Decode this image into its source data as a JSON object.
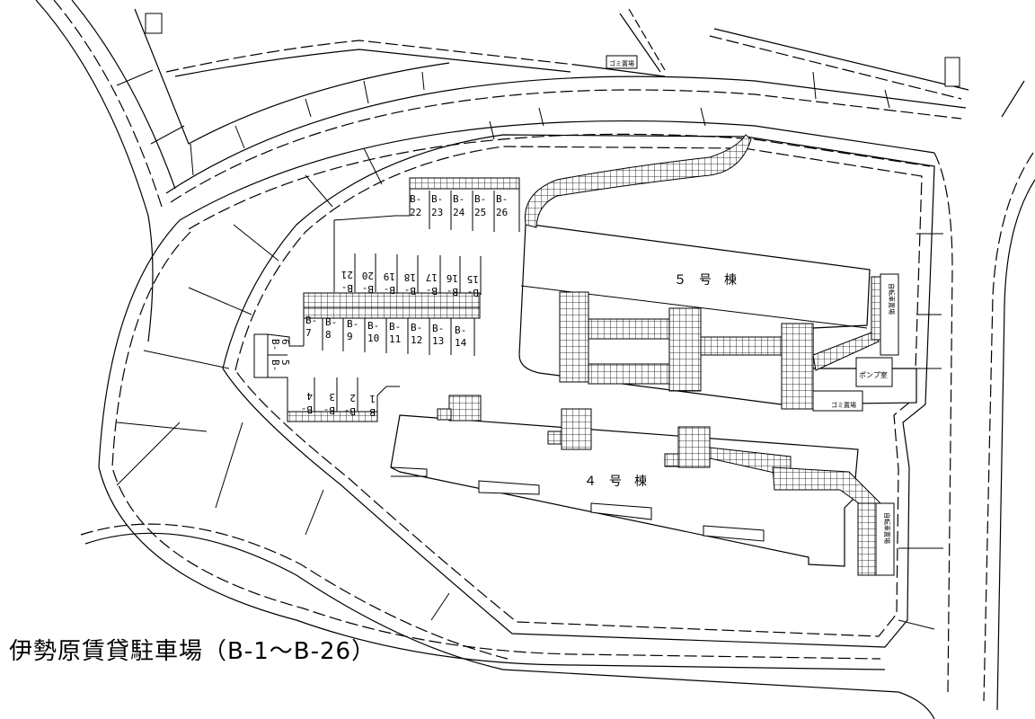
{
  "title": "伊勢原賃貸駐車場（B-1～B-26）",
  "buildings": {
    "bldg5": "５　号　棟",
    "bldg4": "４　号　棟"
  },
  "facilities": {
    "garbage_top": "ゴミ置場",
    "garbage_5": "ゴミ置場",
    "pump_room": "ポンプ室",
    "bike_5": "自転車置場",
    "bike_4": "自転車置場"
  },
  "parking": {
    "prefix": "B-",
    "row_top": [
      "22",
      "23",
      "24",
      "25",
      "26"
    ],
    "row_rotated": [
      "15",
      "16",
      "17",
      "18",
      "19",
      "20",
      "21"
    ],
    "row_middle": [
      "7",
      "8",
      "9",
      "10",
      "11",
      "12",
      "13",
      "14"
    ],
    "row_bottom": [
      "1",
      "2",
      "3",
      "4"
    ],
    "left_pair": [
      "5",
      "6"
    ]
  }
}
